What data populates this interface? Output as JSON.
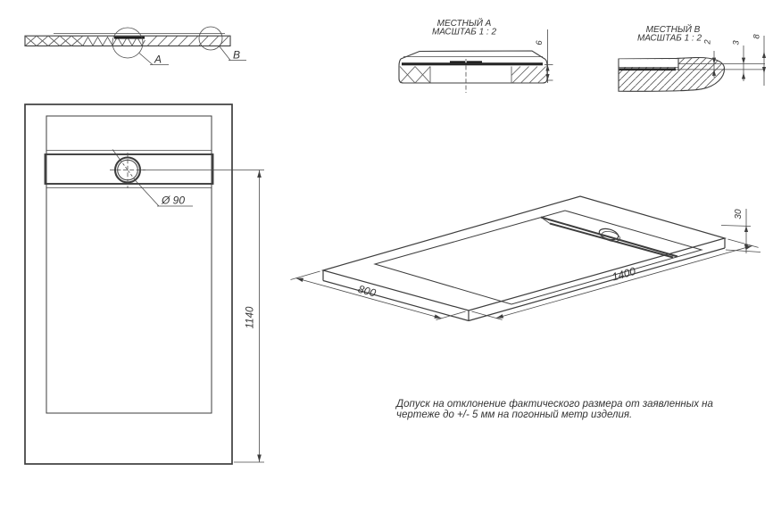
{
  "section_view": {
    "label_a": "A",
    "label_b": "B"
  },
  "detail_a": {
    "title": "МЕСТНЫЙ А",
    "scale": "МАСШТАБ 1 : 2",
    "dim_thickness": "6"
  },
  "detail_b": {
    "title": "МЕСТНЫЙ В",
    "scale": "МАСШТАБ 1 : 2",
    "dim_gap": "2",
    "dim_step": "3",
    "dim_edge": "8"
  },
  "plan_view": {
    "dim_drain_diameter": "Ø 90",
    "dim_length_to_drain": "1140"
  },
  "iso_view": {
    "dim_width": "800",
    "dim_length": "1400",
    "dim_height": "30"
  },
  "note": {
    "line1": "Допуск на отклонение фактического размера от заявленных на",
    "line2": "чертеже до +/- 5 мм на погонный метр изделия."
  },
  "colors": {
    "line": "#3d3d3d",
    "text": "#343434",
    "background": "#ffffff"
  }
}
